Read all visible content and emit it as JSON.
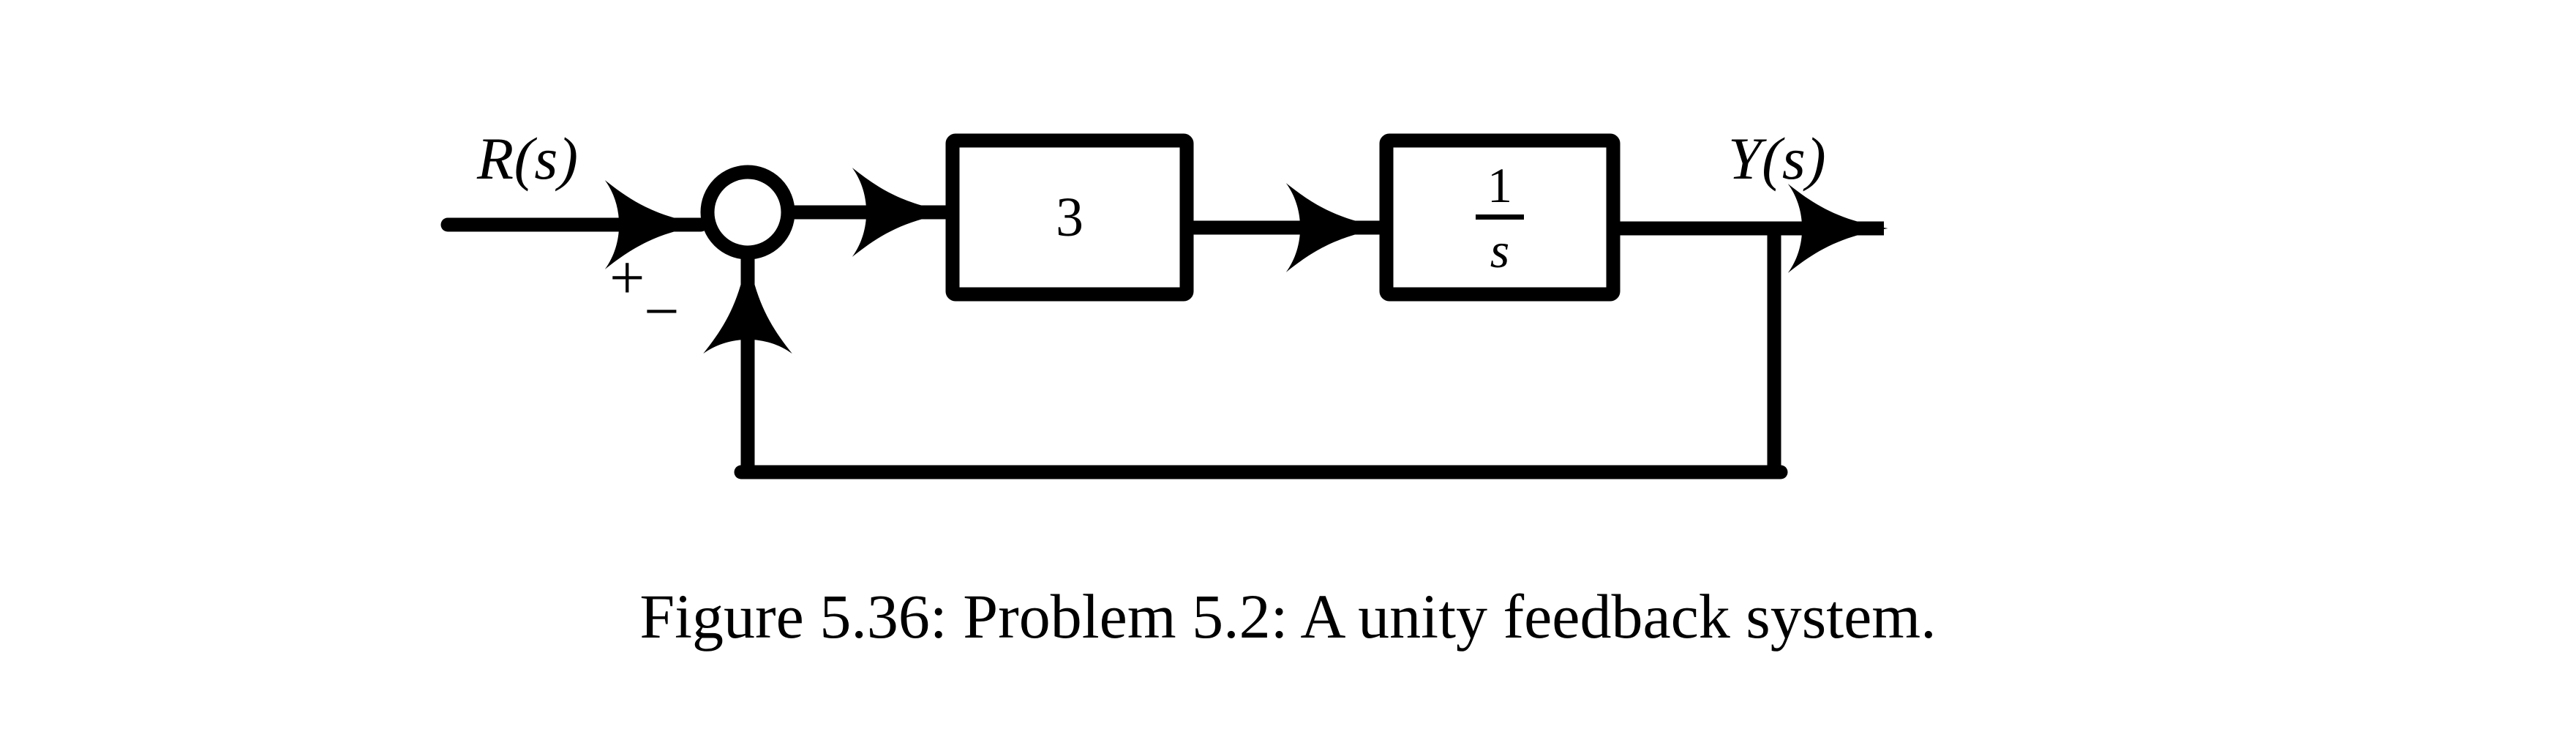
{
  "figure": {
    "caption": "Figure 5.36: Problem 5.2: A unity feedback system.",
    "background_color": "#ffffff",
    "line_color": "#000000"
  },
  "diagram": {
    "type": "control-system-block-diagram",
    "input_signal_label": "R(s)",
    "output_signal_label": "Y(s)",
    "summing_junction": {
      "shape": "circle",
      "input_sign": "+",
      "feedback_sign": "−"
    },
    "blocks": [
      {
        "name": "gain-block",
        "label": "3",
        "kind": "gain"
      },
      {
        "name": "integrator-block",
        "numerator": "1",
        "denominator": "s",
        "kind": "transfer-function"
      }
    ],
    "feedback": {
      "path": "unity",
      "label": ""
    }
  }
}
